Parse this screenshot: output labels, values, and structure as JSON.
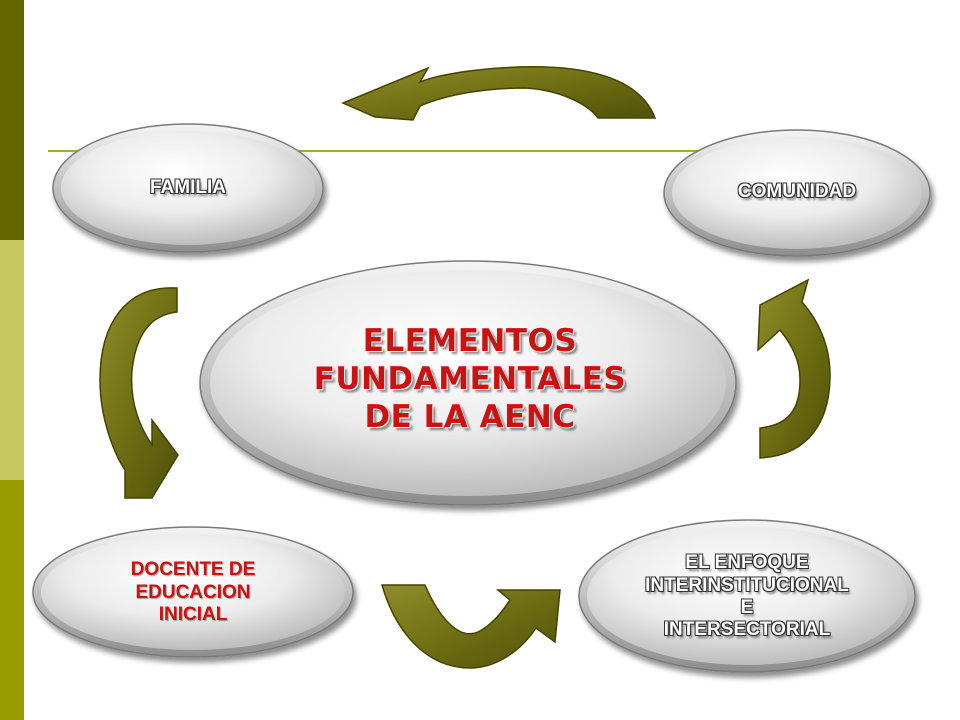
{
  "center": {
    "lines": [
      "ELEMENTOS   FUNDAMENTALES",
      "DE   LA   AENC"
    ]
  },
  "nodes": {
    "familia": {
      "lines": [
        "FAMILIA"
      ]
    },
    "comunidad": {
      "lines": [
        "COMUNIDAD"
      ]
    },
    "docente": {
      "lines": [
        "DOCENTE  DE",
        "EDUCACION",
        "INICIAL"
      ]
    },
    "enfoque": {
      "lines": [
        "EL ENFOQUE",
        "INTERINSTITUCIONAL",
        "E",
        "INTERSECTORIAL"
      ]
    }
  },
  "colors": {
    "arrow": "#7a7a1a",
    "sidebar_dark": "#666600",
    "sidebar_light": "#c8c860",
    "sidebar_mid": "#999900",
    "text_red": "#cc1111"
  }
}
